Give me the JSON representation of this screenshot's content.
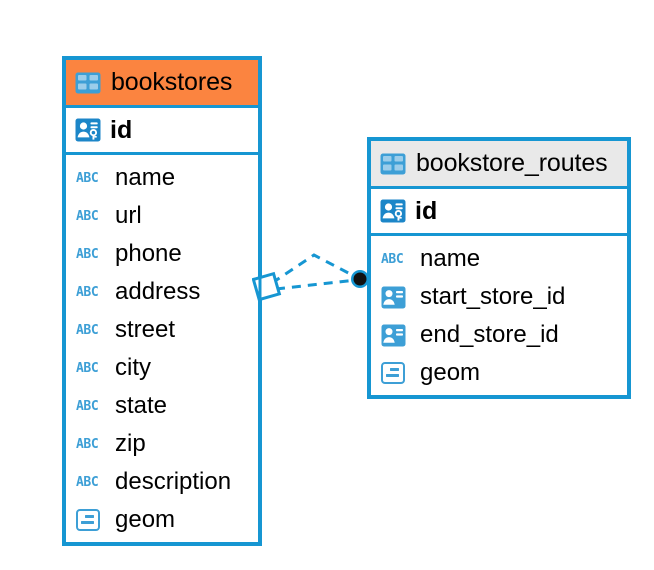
{
  "diagram": {
    "type": "entity-relationship-diagram",
    "background": "#ffffff",
    "accent_blue": "#1696d2",
    "accent_orange": "#fb8440",
    "header_gray": "#e9e9e9"
  },
  "entities": [
    {
      "name": "bookstores",
      "header_color": "#fb8440",
      "table_icon": "table-icon",
      "primary_key": {
        "label": "id",
        "icon": "primary-key-icon"
      },
      "fields": [
        {
          "label": "name",
          "icon": "abc-text-icon",
          "type_glyph": "ABC"
        },
        {
          "label": "url",
          "icon": "abc-text-icon",
          "type_glyph": "ABC"
        },
        {
          "label": "phone",
          "icon": "abc-text-icon",
          "type_glyph": "ABC"
        },
        {
          "label": "address",
          "icon": "abc-text-icon",
          "type_glyph": "ABC"
        },
        {
          "label": "street",
          "icon": "abc-text-icon",
          "type_glyph": "ABC"
        },
        {
          "label": "city",
          "icon": "abc-text-icon",
          "type_glyph": "ABC"
        },
        {
          "label": "state",
          "icon": "abc-text-icon",
          "type_glyph": "ABC"
        },
        {
          "label": "zip",
          "icon": "abc-text-icon",
          "type_glyph": "ABC"
        },
        {
          "label": "description",
          "icon": "abc-text-icon",
          "type_glyph": "ABC"
        },
        {
          "label": "geom",
          "icon": "geometry-icon",
          "type_glyph": ""
        }
      ]
    },
    {
      "name": "bookstore_routes",
      "header_color": "#e9e9e9",
      "table_icon": "table-icon",
      "primary_key": {
        "label": "id",
        "icon": "primary-key-icon"
      },
      "fields": [
        {
          "label": "name",
          "icon": "abc-text-icon",
          "type_glyph": "ABC"
        },
        {
          "label": "start_store_id",
          "icon": "foreign-key-icon",
          "type_glyph": ""
        },
        {
          "label": "end_store_id",
          "icon": "foreign-key-icon",
          "type_glyph": ""
        },
        {
          "label": "geom",
          "icon": "geometry-icon",
          "type_glyph": ""
        }
      ]
    }
  ],
  "relationship": {
    "from_entity": "bookstores",
    "to_entity": "bookstore_routes",
    "line_style": "dashed",
    "line_color": "#1696d2",
    "source_marker": "diamond-outline-marker",
    "target_marker": "filled-circle-marker"
  }
}
